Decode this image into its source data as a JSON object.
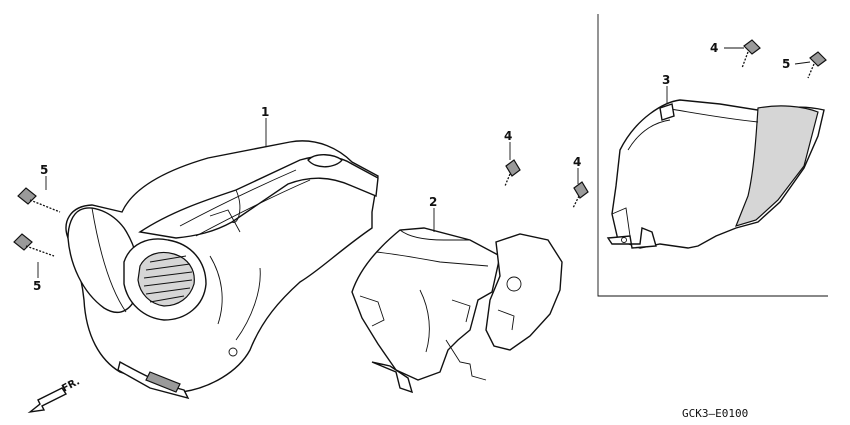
{
  "diagram": {
    "code": "GCK3–E0100",
    "front_label": "FR.",
    "callouts": {
      "cover_1": "1",
      "cover_2": "2",
      "cover_3": "3",
      "bolt_4_a": "4",
      "bolt_4_b": "4",
      "bolt_4_c": "4",
      "bolt_5_a": "5",
      "bolt_5_b": "5",
      "bolt_5_c": "5"
    }
  }
}
